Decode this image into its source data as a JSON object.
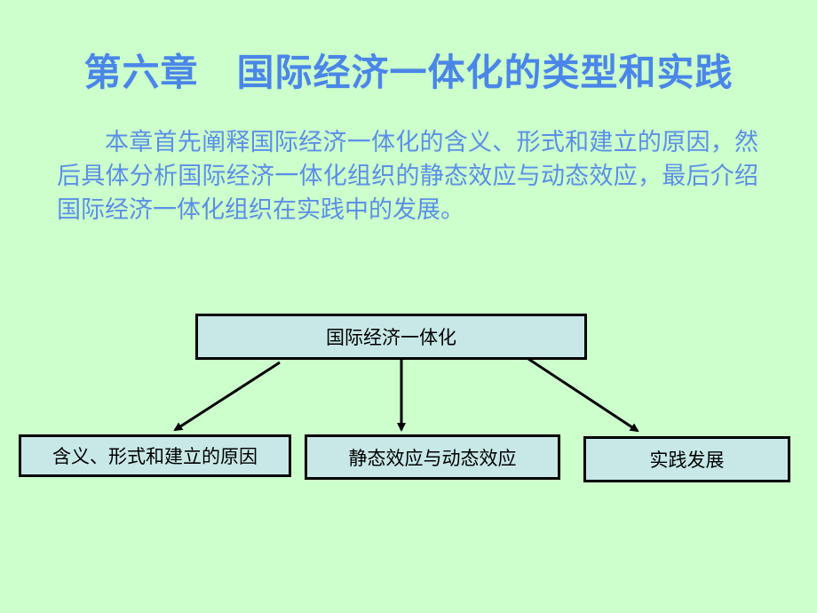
{
  "slide": {
    "title": "第六章　国际经济一体化的类型和实践",
    "intro": "本章首先阐释国际经济一体化的含义、形式和建立的原因，然后具体分析国际经济一体化组织的静态效应与动态效应，最后介绍国际经济一体化组织在实践中的发展。"
  },
  "diagram": {
    "root": "国际经济一体化",
    "children": [
      "含义、形式和建立的原因",
      "静态效应与动态效应",
      "实践发展"
    ]
  },
  "colors": {
    "background": "#ccffcc",
    "title": "#4a86e8",
    "intro_text": "#5b8fe6",
    "box_fill": "#c8e8e8",
    "box_border": "#000000"
  }
}
